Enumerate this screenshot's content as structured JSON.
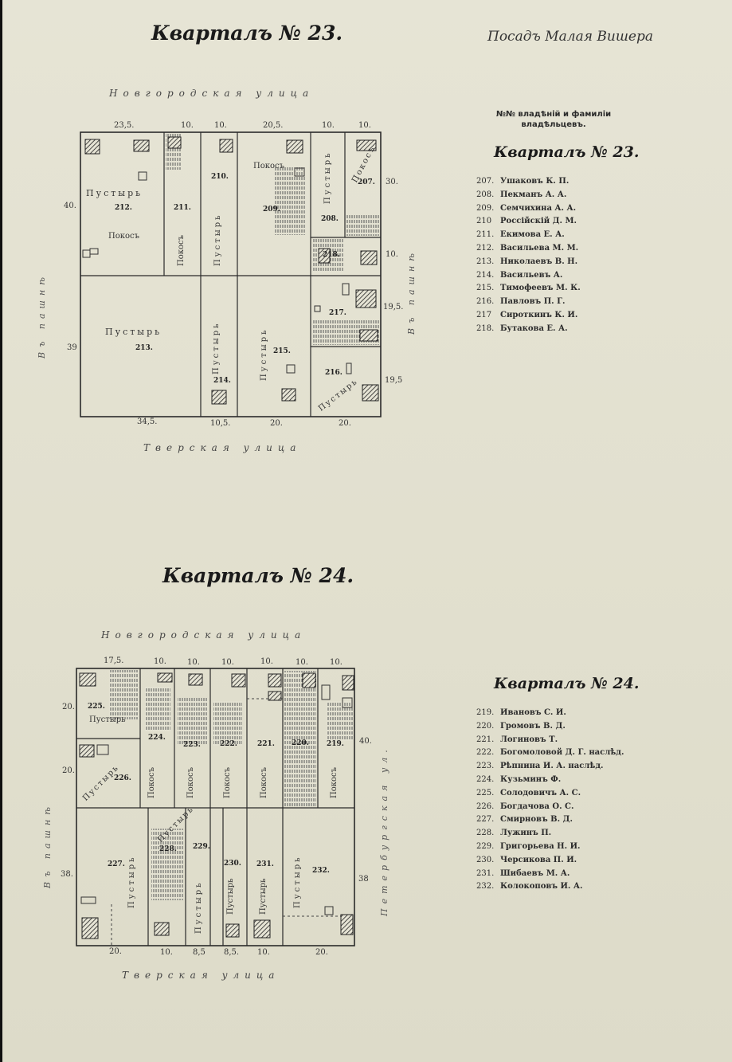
{
  "header": {
    "title_q23": "Кварталъ № 23.",
    "place": "Посадъ Малая Вишера",
    "title_q24": "Кварталъ № 24."
  },
  "legend": {
    "heading_line1": "№№ владѣній и фамиліи",
    "heading_line2": "владѣльцевъ.",
    "q23_title": "Кварталъ № 23.",
    "q24_title": "Кварталъ № 24.",
    "q23_owners": [
      {
        "n": "207.",
        "owner": "Ушаковъ К. П."
      },
      {
        "n": "208.",
        "owner": "Пекманъ А. А."
      },
      {
        "n": "209.",
        "owner": "Семчихина А. А."
      },
      {
        "n": "210",
        "owner": "Россійскій Д. М."
      },
      {
        "n": "211.",
        "owner": "Екимова Е. А."
      },
      {
        "n": "212.",
        "owner": "Васильева М. М."
      },
      {
        "n": "213.",
        "owner": "Николаевъ В. Н."
      },
      {
        "n": "214.",
        "owner": "Васильевъ А."
      },
      {
        "n": "215.",
        "owner": "Тимофеевъ М. К."
      },
      {
        "n": "216.",
        "owner": "Павловъ П. Г."
      },
      {
        "n": "217",
        "owner": "Сироткинъ К. И."
      },
      {
        "n": "218.",
        "owner": "Бутакова Е. А."
      }
    ],
    "q24_owners": [
      {
        "n": "219.",
        "owner": "Ивановъ С. И."
      },
      {
        "n": "220.",
        "owner": "Громовъ В. Д."
      },
      {
        "n": "221.",
        "owner": "Логиновъ Т."
      },
      {
        "n": "222.",
        "owner": "Богомоловой Д. Г. наслѣд."
      },
      {
        "n": "223.",
        "owner": "Рѣпнина И. А. наслѣд."
      },
      {
        "n": "224.",
        "owner": "Кузьминъ Ф."
      },
      {
        "n": "225.",
        "owner": "Солодовичъ А. С."
      },
      {
        "n": "226.",
        "owner": "Богдачова О. С."
      },
      {
        "n": "227.",
        "owner": "Смирновъ В. Д."
      },
      {
        "n": "228.",
        "owner": "Лужинъ П."
      },
      {
        "n": "229.",
        "owner": "Григорьева Н. И."
      },
      {
        "n": "230.",
        "owner": "Черсикова П. И."
      },
      {
        "n": "231.",
        "owner": "Шибаевъ М. А."
      },
      {
        "n": "232.",
        "owner": "Колокоповъ И. А."
      }
    ]
  },
  "map23": {
    "street_top": "Новгородская улица",
    "street_bottom": "Тверская улица",
    "street_left": "Въ пашнѣ",
    "street_right": "Въ пашнѣ",
    "top_measures": [
      "23,5.",
      "10.",
      "10.",
      "20,5.",
      "10.",
      "10."
    ],
    "bottom_measures": [
      "34,5.",
      "10,5.",
      "20.",
      "20."
    ],
    "left_measures": [
      "40.",
      "39"
    ],
    "right_measures": [
      "30.",
      "10.",
      "19,5.",
      "19,5"
    ],
    "lots": {
      "l207": "207.",
      "l208": "208.",
      "l209": "209.",
      "l210": "210.",
      "l211": "211.",
      "l212": "212.",
      "l213": "213.",
      "l214": "214.",
      "l215": "215.",
      "l216": "216.",
      "l217": "217.",
      "l218": "218."
    },
    "labels": {
      "pustyr": "Пустырь",
      "pokos": "Покосъ"
    }
  },
  "map24": {
    "street_top": "Новгородская улица",
    "street_bottom": "Тверская улица",
    "street_left": "Въ пашнѣ",
    "street_right": "Петербургская ул.",
    "top_measures": [
      "17,5.",
      "10.",
      "10.",
      "10.",
      "10.",
      "10.",
      "10."
    ],
    "bottom_measures": [
      "20.",
      "10.",
      "8,5",
      "8,5.",
      "10.",
      "20."
    ],
    "left_measures": [
      "20.",
      "20.",
      "38."
    ],
    "right_measures": [
      "40.",
      "38"
    ],
    "lots": {
      "l219": "219.",
      "l220": "220.",
      "l221": "221.",
      "l222": "222.",
      "l223": "223.",
      "l224": "224.",
      "l225": "225.",
      "l226": "226.",
      "l227": "227.",
      "l228": "228.",
      "l229": "229.",
      "l230": "230.",
      "l231": "231.",
      "l232": "232."
    },
    "labels": {
      "pustyr": "Пустырь",
      "pokos": "Покосъ"
    }
  }
}
